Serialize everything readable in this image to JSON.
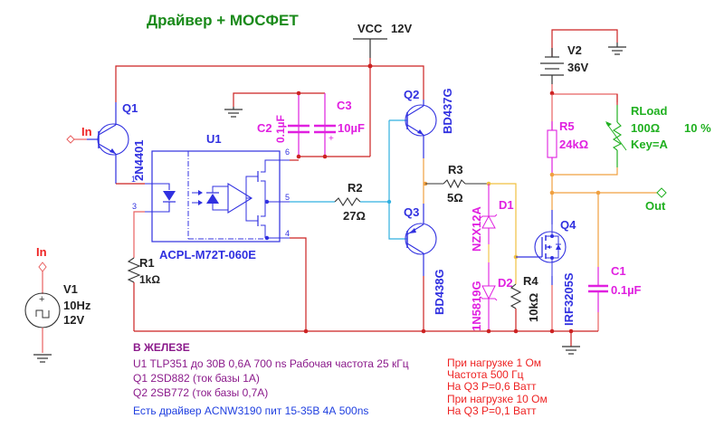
{
  "title": "Драйвер + МОСФЕТ",
  "colors": {
    "title": "#1a8a1a",
    "wire_red": "#cc2222",
    "wire_pink": "#e86060",
    "wire_blue": "#3030e0",
    "wire_cyan": "#30b0e0",
    "wire_orange": "#f0a040",
    "wire_yellow": "#f0c040",
    "magenta": "#e020e0",
    "green": "#20b020",
    "purple": "#8b1a8b",
    "note_red": "#ee2222",
    "note_blue": "#2040e0",
    "black": "#222222",
    "ground": "#333333"
  },
  "vcc": {
    "name": "VCC",
    "value": "12V"
  },
  "v1": {
    "name": "V1",
    "freq": "10Hz",
    "amp": "12V",
    "port": "In"
  },
  "v2": {
    "name": "V2",
    "value": "36V"
  },
  "q1": {
    "name": "Q1",
    "part": "2N4401",
    "port": "In"
  },
  "q2": {
    "name": "Q2",
    "part": "BD437G"
  },
  "q3": {
    "name": "Q3",
    "part": "BD438G"
  },
  "q4": {
    "name": "Q4",
    "part": "IRF3205S"
  },
  "u1": {
    "name": "U1",
    "part": "ACPL-M72T-060E",
    "pins": [
      "1",
      "3",
      "4",
      "5",
      "6"
    ]
  },
  "r1": {
    "name": "R1",
    "value": "1kΩ"
  },
  "r2": {
    "name": "R2",
    "value": "27Ω"
  },
  "r3": {
    "name": "R3",
    "value": "5Ω"
  },
  "r4": {
    "name": "R4",
    "value": "10kΩ"
  },
  "r5": {
    "name": "R5",
    "value": "24kΩ"
  },
  "rload": {
    "name": "RLoad",
    "value": "100Ω",
    "percent": "10 %",
    "key": "Key=A"
  },
  "c1": {
    "name": "C1",
    "value": "0.1µF"
  },
  "c2": {
    "name": "C2",
    "value": "0.1µF"
  },
  "c3": {
    "name": "C3",
    "value": "10µF",
    "polarity": "+"
  },
  "d1": {
    "name": "D1",
    "part": "NZX12A"
  },
  "d2": {
    "name": "D2",
    "part": "1N5819G"
  },
  "out": {
    "label": "Out"
  },
  "notes_hw": {
    "heading": "В ЖЕЛЕЗЕ",
    "lines": [
      "U1 TLP351 до 30В 0,6А 700 ns Рабочая частота 25 кГц",
      "Q1 2SD882 (ток базы 1А)",
      "Q2 2SB772 (ток базы 0,7А)"
    ],
    "driver": "Есть драйвер ACNW3190 пит 15-35В 4А 500ns"
  },
  "notes_load": {
    "lines": [
      "При нагрузке 1 Ом",
      "Частота 500 Гц",
      "На Q3 P=0,6 Ватт",
      "При нагрузке 10 Ом",
      "На Q3 P=0,1 Ватт"
    ]
  }
}
